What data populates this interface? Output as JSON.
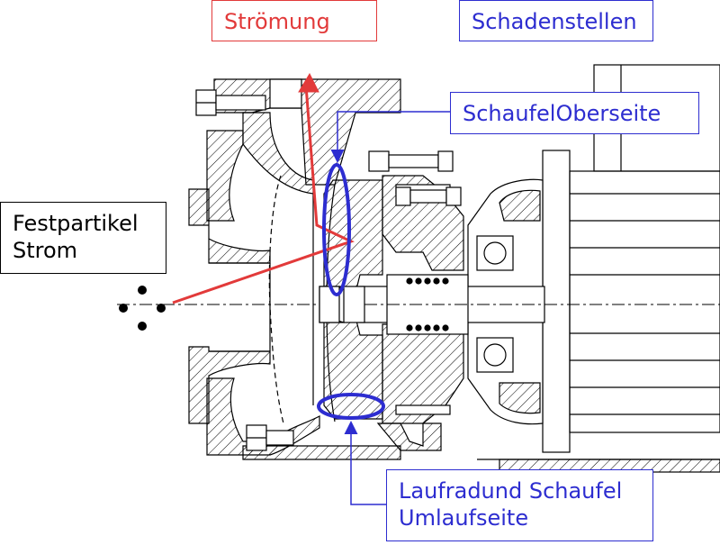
{
  "labels": {
    "flow": "Strömung",
    "damage_points": "Schadenstellen",
    "blade_top": "SchaufelOberseite",
    "particles_line1": "Festpartikel",
    "particles_line2": "Strom",
    "impeller_line1": "Laufradund Schaufel",
    "impeller_line2": "Umlaufseite"
  },
  "colors": {
    "flow_red": "#e23a3a",
    "damage_blue": "#2d2dd0",
    "drawing_black": "#000000"
  }
}
